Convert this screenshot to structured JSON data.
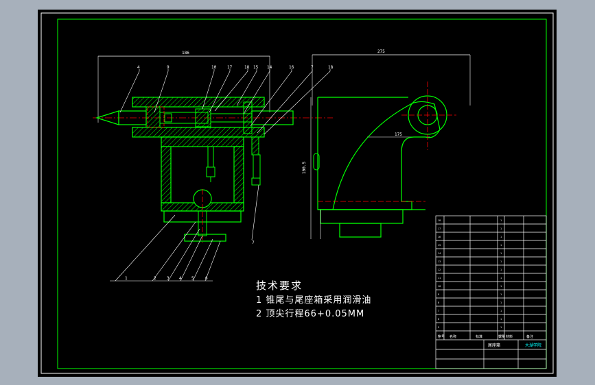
{
  "notes": {
    "title": "技术要求",
    "line1": "1 锥尾与尾座箱采用润滑油",
    "line2": "2 顶尖行程66+0.05MM"
  },
  "part_labels": {
    "top": [
      "4",
      "9",
      "10",
      "17",
      "18",
      "15",
      "14",
      "16",
      "7",
      "18"
    ],
    "bottom": [
      "1",
      "2",
      "3",
      "4",
      "5",
      "6"
    ],
    "right": "7"
  },
  "dimensions": {
    "left_width": "186",
    "right_width": "275",
    "inner": "175",
    "height": "100.5"
  },
  "title_block": {
    "title": "尾座箱",
    "school": "大湖学院",
    "header": [
      "序号",
      "名称",
      "标准",
      "数量",
      "材料",
      "备注"
    ]
  },
  "colors": {
    "frame": "#ffffff",
    "outline": "#00ff00",
    "hatch": "#00ff00",
    "center_line": "#ff0000",
    "dimension": "#ffffff"
  }
}
